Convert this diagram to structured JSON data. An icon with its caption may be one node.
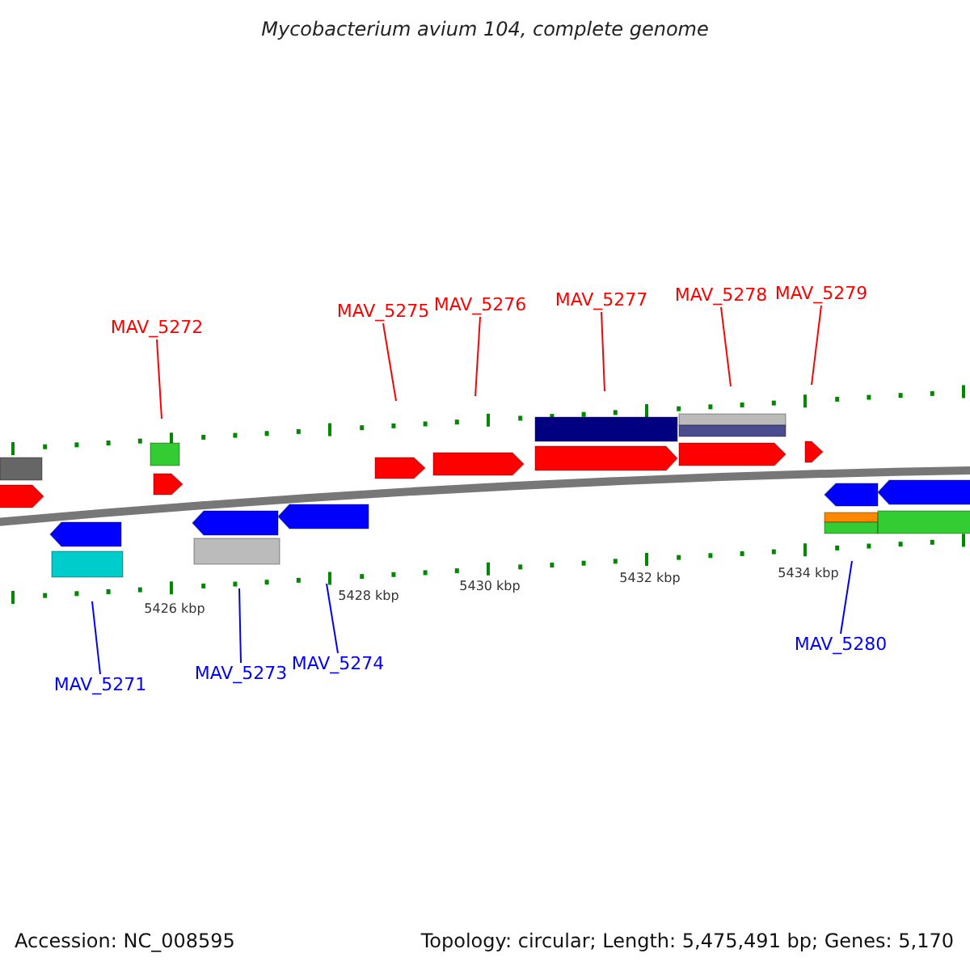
{
  "diagram": {
    "title": "Mycobacterium avium 104, complete genome",
    "nodes": [
      {
        "text": [
          "MAV_5272"
        ]
      },
      {
        "text": [
          "MAV_5275"
        ]
      },
      {
        "text": [
          "MAV_5276"
        ]
      },
      {
        "text": [
          "MAV_5277"
        ]
      },
      {
        "text": [
          "MAV_5278"
        ]
      },
      {
        "text": [
          "MAV_5279"
        ]
      },
      {
        "text": [
          "MAV_5271"
        ]
      },
      {
        "text": [
          "MAV_5273"
        ]
      },
      {
        "text": [
          "MAV_5274"
        ]
      },
      {
        "text": [
          "MAV_5280"
        ]
      }
    ],
    "edges": [
      {
        "from": 0,
        "to": null,
        "arrow": "none"
      },
      {
        "from": 1,
        "to": null,
        "arrow": "none"
      },
      {
        "from": 2,
        "to": null,
        "arrow": "none"
      },
      {
        "from": 3,
        "to": null,
        "arrow": "none"
      },
      {
        "from": 4,
        "to": null,
        "arrow": "none"
      },
      {
        "from": 5,
        "to": null,
        "arrow": "none"
      },
      {
        "from": 6,
        "to": null,
        "arrow": "none",
        "color": "#0000ff"
      },
      {
        "from": 7,
        "to": null,
        "arrow": "none",
        "color": "#0000ff"
      },
      {
        "from": 8,
        "to": null,
        "arrow": "none",
        "color": "#0000ff"
      },
      {
        "from": 9,
        "to": null,
        "arrow": "none",
        "color": "#0000ff"
      }
    ],
    "labels": [
      "5426 kbp",
      "5428 kbp",
      "5430 kbp",
      "5432 kbp",
      "5434 kbp",
      "Accession: NC_008595",
      "Topology: circular; Length: 5,475,491 bp; Genes: 5,170"
    ]
  }
}
